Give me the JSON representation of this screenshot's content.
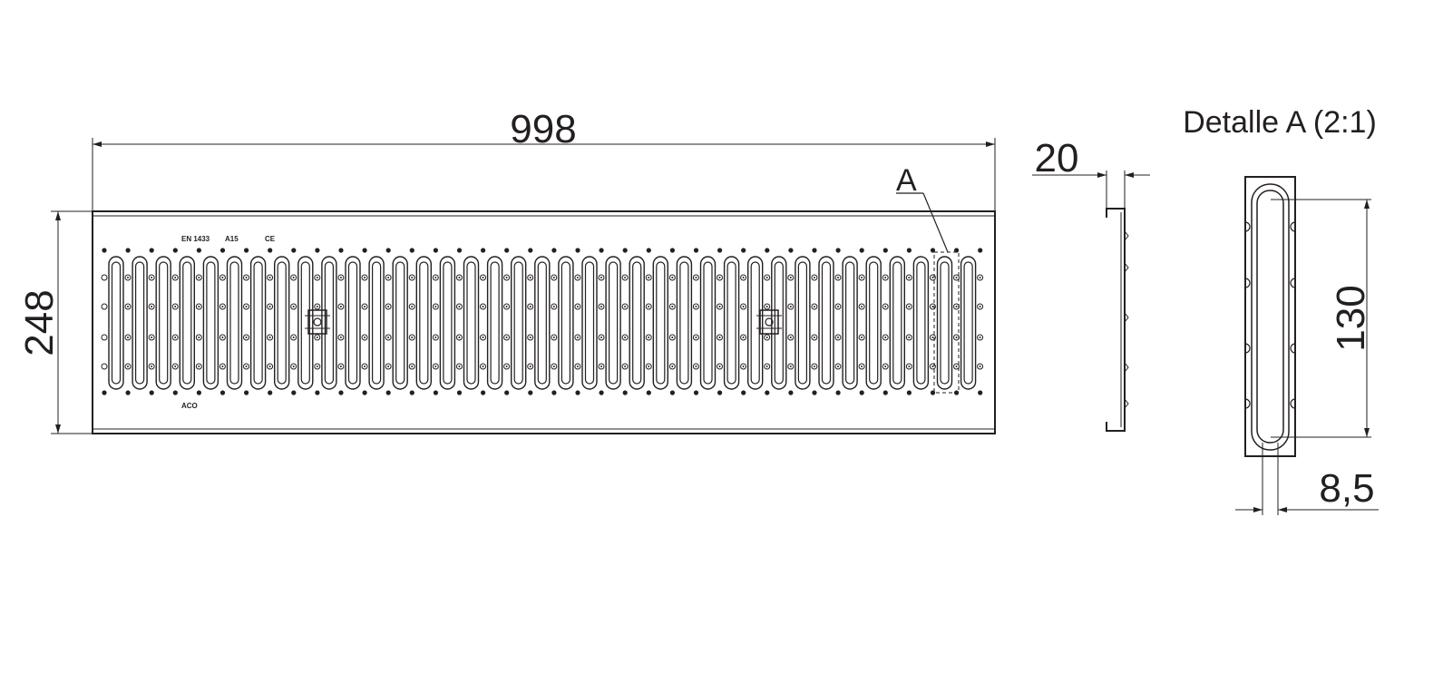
{
  "dimensions": {
    "length": "998",
    "width": "248",
    "height": "20",
    "slot_length": "130",
    "slot_width": "8,5"
  },
  "detail": {
    "marker": "A",
    "title": "Detalle A (2:1)"
  },
  "markings": {
    "standard": "EN 1433",
    "load_class": "A15",
    "ce_mark": "CE",
    "brand": "ACO"
  }
}
